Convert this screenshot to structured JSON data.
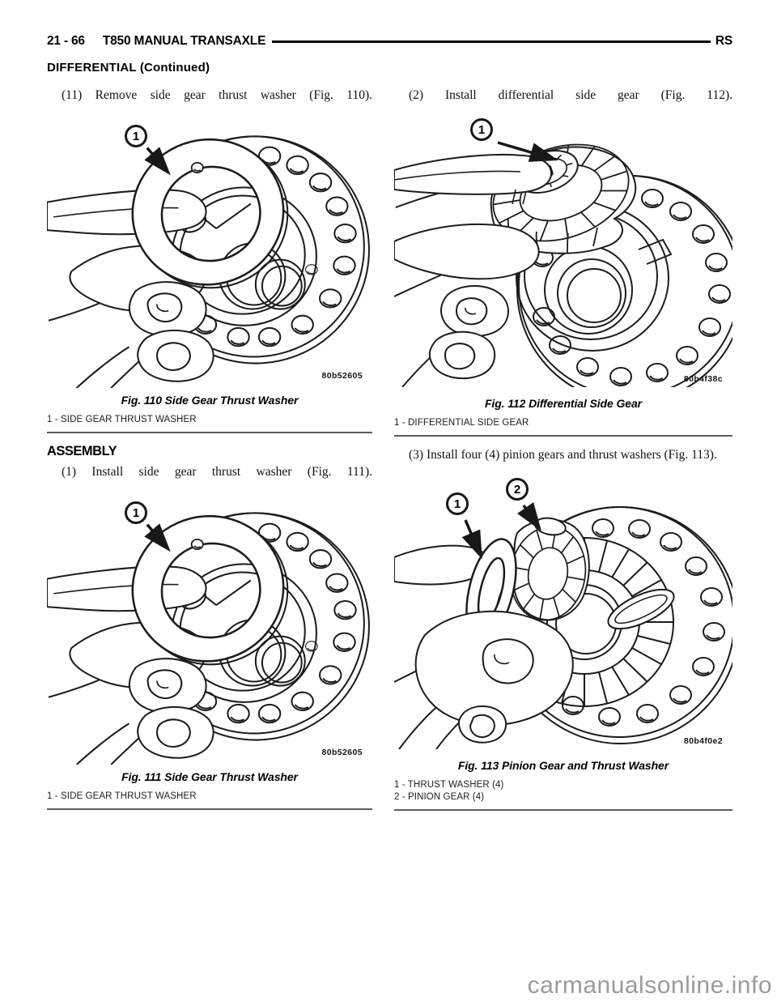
{
  "header": {
    "page_number": "21 - 66",
    "title": "T850 MANUAL TRANSAXLE",
    "region": "RS",
    "section": "DIFFERENTIAL (Continued)"
  },
  "left": {
    "step11": "(11) Remove side gear thrust washer (Fig. 110).",
    "fig110": {
      "caption": "Fig. 110 Side Gear Thrust Washer",
      "legend": [
        "1 - SIDE GEAR THRUST WASHER"
      ],
      "code": "80b52605",
      "callouts": [
        "1"
      ]
    },
    "assembly_heading": "ASSEMBLY",
    "step1": "(1) Install side gear thrust washer (Fig. 111).",
    "fig111": {
      "caption": "Fig. 111 Side Gear Thrust Washer",
      "legend": [
        "1 - SIDE GEAR THRUST WASHER"
      ],
      "code": "80b52605",
      "callouts": [
        "1"
      ]
    }
  },
  "right": {
    "step2": "(2) Install differential side gear (Fig. 112).",
    "fig112": {
      "caption": "Fig. 112 Differential Side Gear",
      "legend": [
        "1 - DIFFERENTIAL SIDE GEAR"
      ],
      "code": "80b4f38c",
      "callouts": [
        "1"
      ]
    },
    "step3": "(3) Install four (4) pinion gears and thrust washers (Fig. 113).",
    "fig113": {
      "caption": "Fig. 113 Pinion Gear and Thrust Washer",
      "legend": [
        "1 - THRUST WASHER (4)",
        "2 - PINION GEAR (4)"
      ],
      "code": "80b4f0e2",
      "callouts": [
        "1",
        "2"
      ]
    }
  },
  "watermark": "carmanualsonline.info"
}
